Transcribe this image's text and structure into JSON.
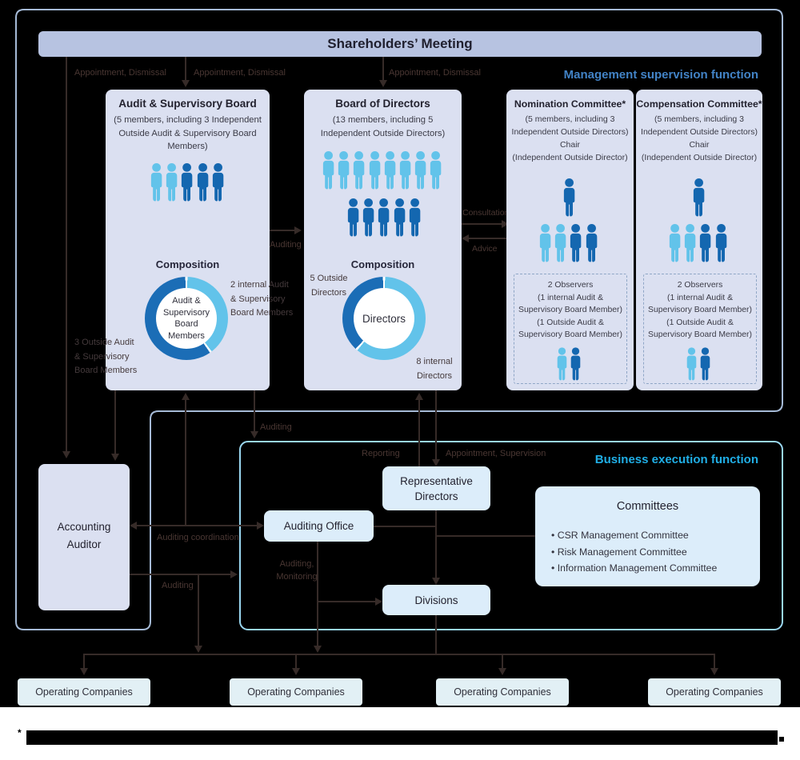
{
  "palette": {
    "background": "#000000",
    "band_fill": "#b7c3e1",
    "lavender_box": "#dbe0f1",
    "blue_box": "#dcedfa",
    "operating_box": "#e2f0f5",
    "supervision_border": "#a5bad6",
    "execution_border": "#99d6ef",
    "person_light": "#62c3ea",
    "person_dark": "#1467b0",
    "donut_light": "#62c3ea",
    "donut_dark": "#1b6db6",
    "line": "#362b28",
    "supervision_label_color": "#4283c6",
    "execution_label_color": "#20aee5"
  },
  "header": {
    "shareholders_meeting": "Shareholders’ Meeting",
    "management_supervision_label": "Management supervision function",
    "business_execution_label": "Business execution function"
  },
  "edge_labels": {
    "appointment_dismissal": "Appointment, Dismissal",
    "auditing": "Auditing",
    "consultation": "Consultation",
    "advice": "Advice",
    "reporting": "Reporting",
    "appointment_supervision": "Appointment, Supervision",
    "auditing_coordination": "Auditing coordination",
    "auditing_monitoring_line1": "Auditing,",
    "auditing_monitoring_line2": "Monitoring"
  },
  "audit_board": {
    "title": "Audit & Supervisory Board",
    "sub_lines": [
      "(5 members, including 3 Independent",
      "Outside Audit & Supervisory Board",
      "Members)"
    ],
    "composition": "Composition",
    "donut_center_lines": [
      "Audit &",
      "Supervisory",
      "Board",
      "Members"
    ],
    "internal_label_lines": [
      "2 internal Audit",
      "& Supervisory",
      "Board Members"
    ],
    "outside_label_lines": [
      "3 Outside Audit",
      "& Supervisory",
      "Board Members"
    ]
  },
  "board_of_directors": {
    "title": "Board of Directors",
    "sub_lines": [
      "(13 members, including 5",
      "Independent Outside Directors)"
    ],
    "composition": "Composition",
    "donut_center": "Directors",
    "outside_label_lines": [
      "5 Outside",
      "Directors"
    ],
    "internal_label_lines": [
      "8 internal",
      "Directors"
    ]
  },
  "donuts": {
    "audit_board": {
      "light_count": 2,
      "dark_count": 3
    },
    "board_of_directors": {
      "light_count": 8,
      "dark_count": 5
    }
  },
  "nomination_committee": {
    "title": "Nomination Committee*"
  },
  "compensation_committee": {
    "title": "Compensation Committee*"
  },
  "committee_common": {
    "sub_lines": [
      "(5 members, including 3",
      "Independent Outside Directors)",
      "Chair",
      "(Independent Outside Director)"
    ],
    "observers_lines": [
      "2 Observers",
      "(1 internal Audit &",
      "Supervisory Board Member)",
      "(1 Outside Audit &",
      "Supervisory Board Member)"
    ]
  },
  "accounting_auditor": {
    "line1": "Accounting",
    "line2": "Auditor"
  },
  "representative_directors": {
    "line1": "Representative",
    "line2": "Directors"
  },
  "auditing_office": {
    "label": "Auditing Office"
  },
  "divisions": {
    "label": "Divisions"
  },
  "committees_box": {
    "title": "Committees",
    "items": [
      "• CSR Management Committee",
      "• Risk Management Committee",
      "• Information Management Committee"
    ]
  },
  "operating_companies": [
    "Operating Companies",
    "Operating Companies",
    "Operating Companies",
    "Operating Companies"
  ],
  "footnote": {
    "marker": "*"
  }
}
